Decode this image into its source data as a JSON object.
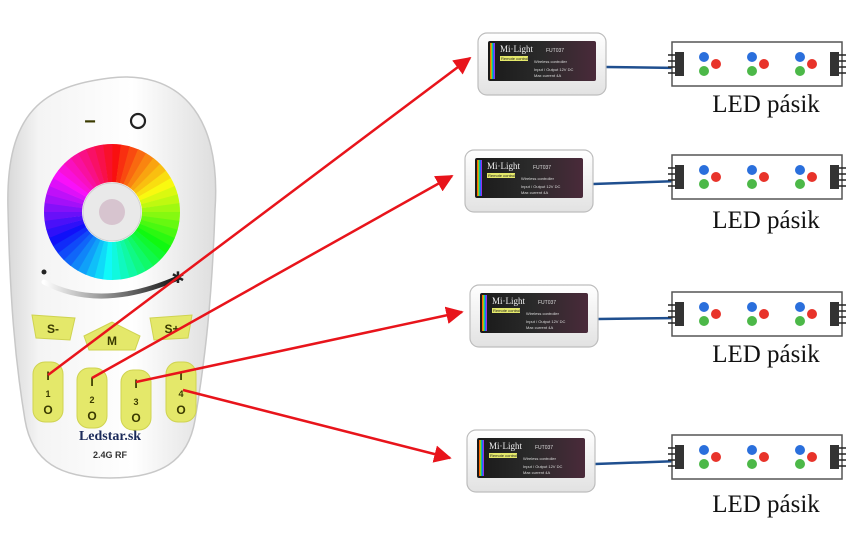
{
  "remote": {
    "brand": "Ledstar.sk",
    "rf_label": "2.4G RF",
    "power_minus": "−",
    "power_on": "O",
    "speed_minus": "S-",
    "mode": "M",
    "speed_plus": "S+",
    "zones": [
      {
        "on": "I",
        "num": "1",
        "off": "O"
      },
      {
        "on": "I",
        "num": "2",
        "off": "O"
      },
      {
        "on": "I",
        "num": "3",
        "off": "O"
      },
      {
        "on": "I",
        "num": "4",
        "off": "O"
      }
    ]
  },
  "controller": {
    "brand": "Mi·Light",
    "model": "FUT037",
    "line1": "Remote control",
    "line2": "Wireless controller",
    "line3": "Input / Output 12V DC",
    "line4": "Max current 4A"
  },
  "strips": [
    {
      "label": "LED pásik"
    },
    {
      "label": "LED pásik"
    },
    {
      "label": "LED pásik"
    },
    {
      "label": "LED pásik"
    }
  ],
  "colors": {
    "arrow": "#e8141b",
    "wire": "#1f4f8f",
    "button": "#e4e86a",
    "led_red": "#e8332a",
    "led_green": "#4cb848",
    "led_blue": "#2a6fdc"
  }
}
